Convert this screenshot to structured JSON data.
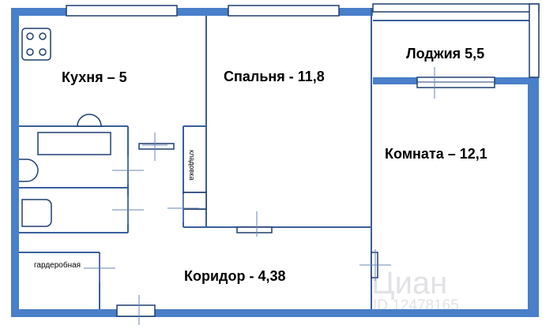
{
  "rooms": {
    "kitchen": "Кухня – 5",
    "bedroom": "Спальня  - 11,8",
    "loggia": "Лоджия 5,5",
    "room": "Комната – 12,1",
    "corridor": "Коридор - 4,38",
    "wardrobe": "гардеробная",
    "storage": "кладовка"
  },
  "watermark": {
    "brand": "Циан",
    "id": "ID 12478165"
  },
  "colors": {
    "wall": "#4a7fc9",
    "line": "#1f3f70",
    "thin": "#3a5f9a"
  }
}
